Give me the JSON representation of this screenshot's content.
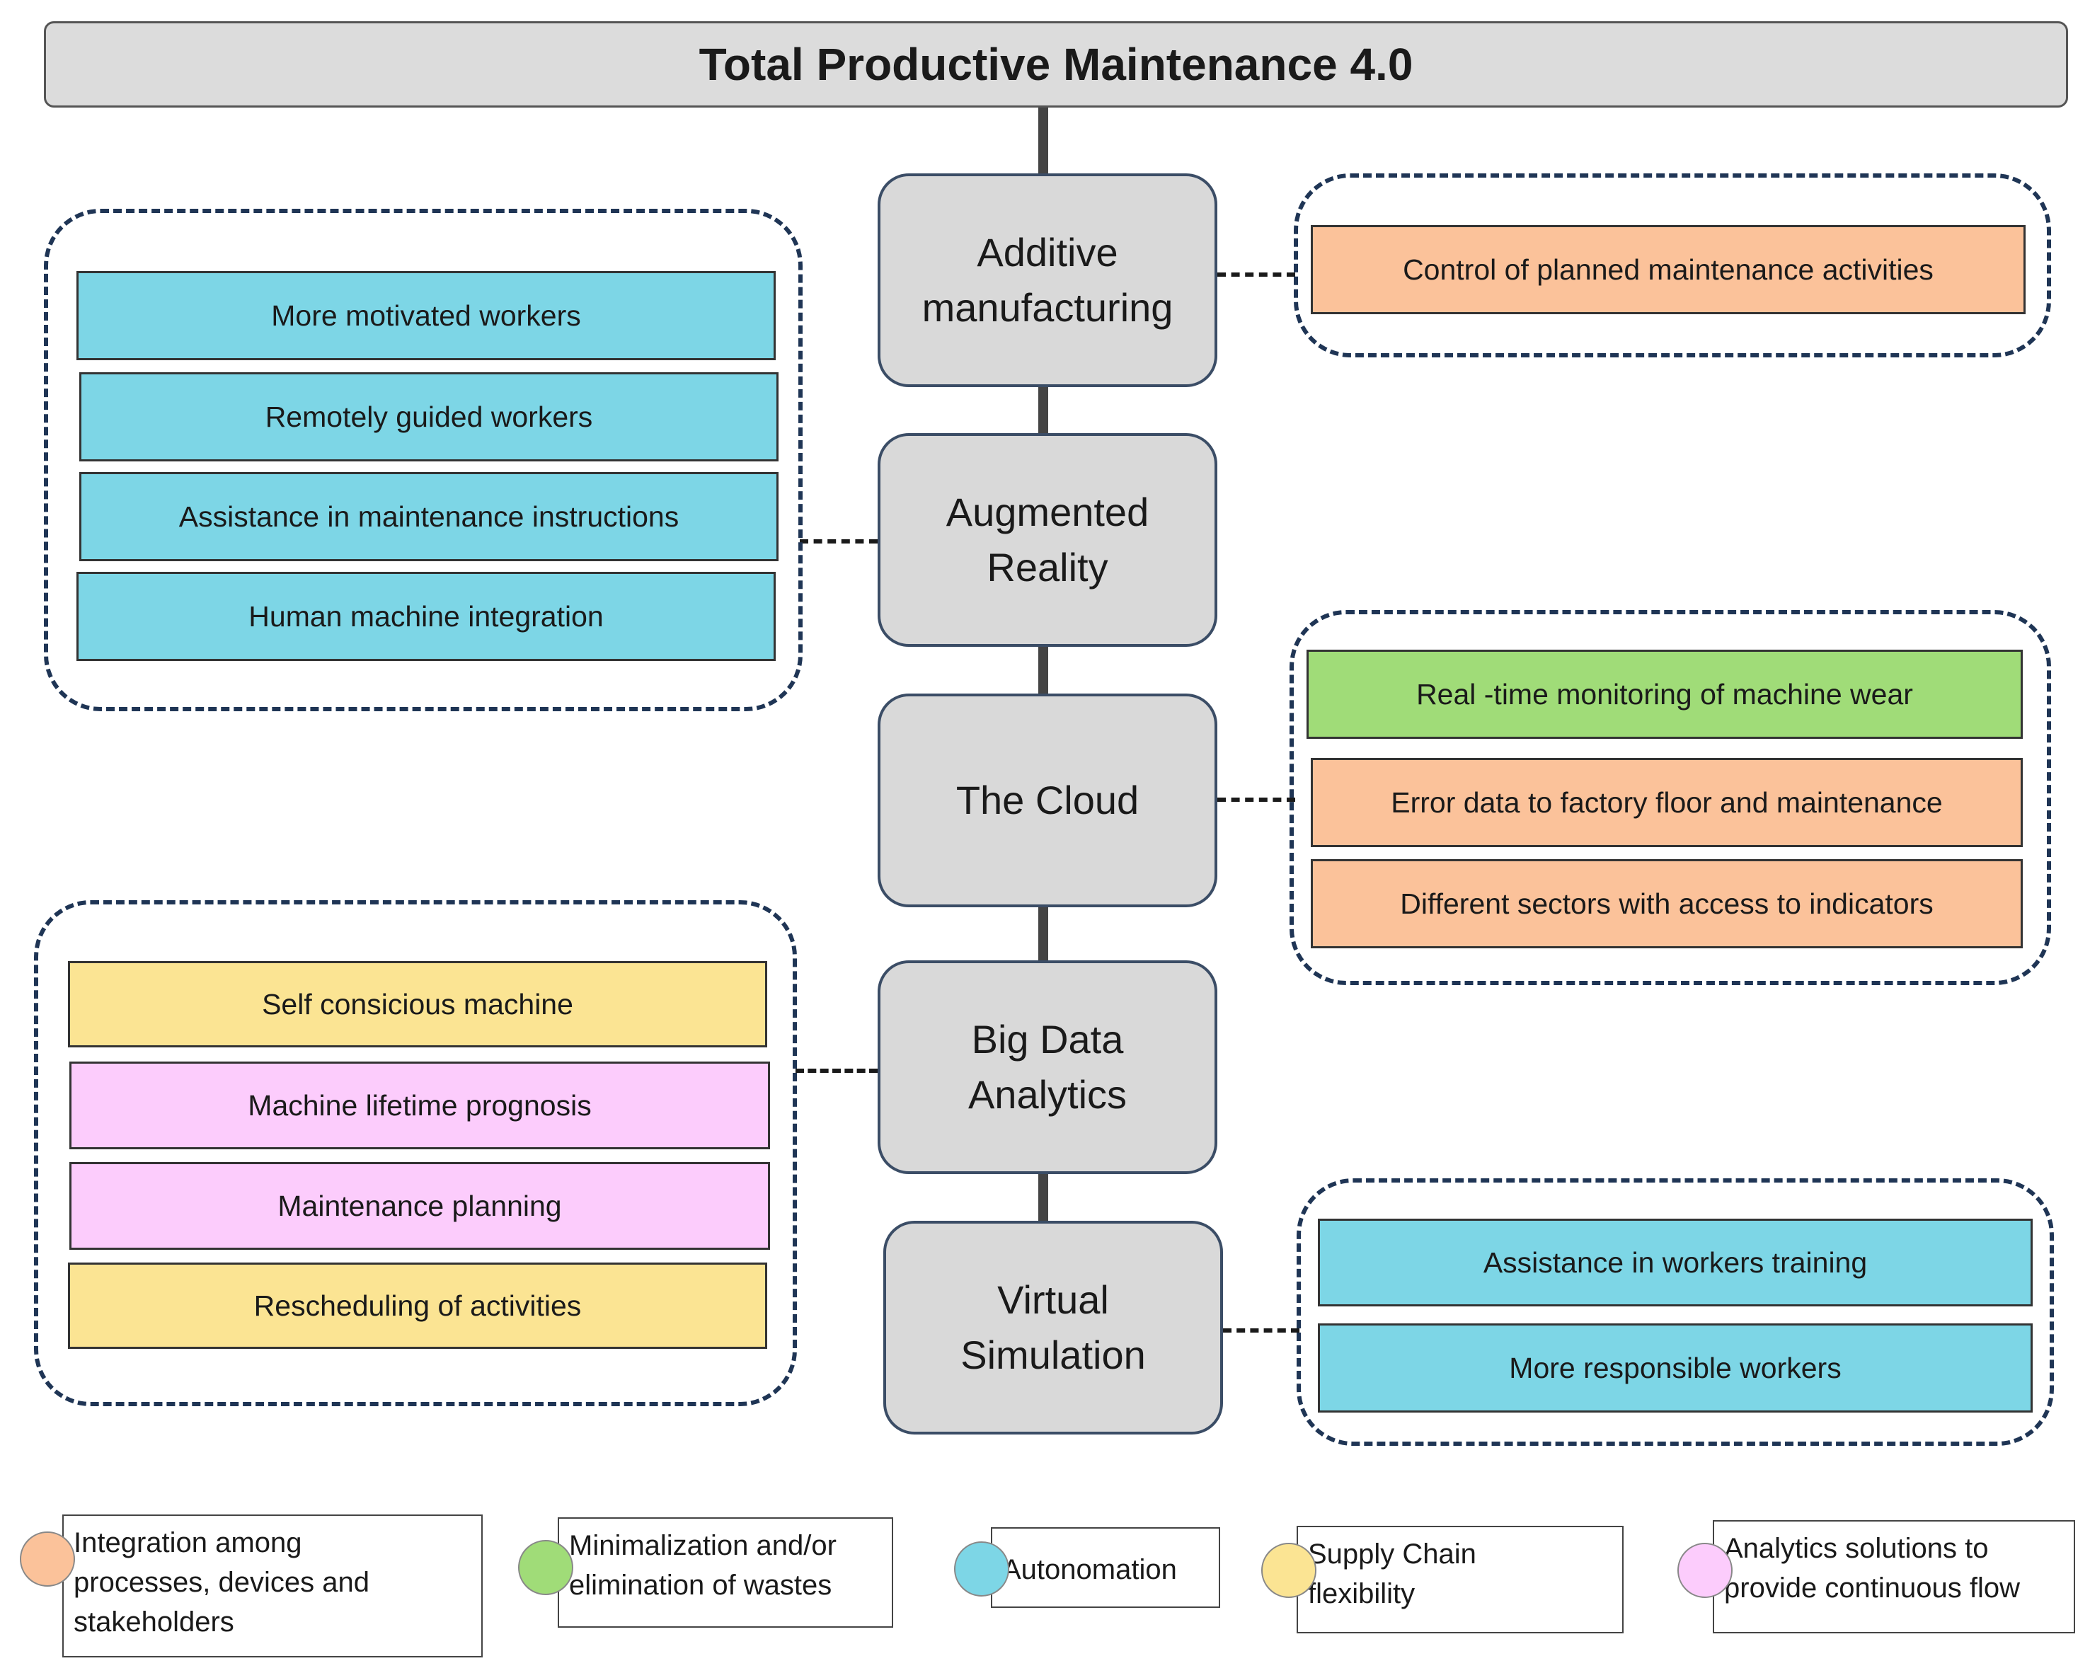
{
  "title": "Total Productive Maintenance 4.0",
  "technologies": {
    "additive": "Additive\nmanufacturing",
    "ar": "Augmented\nReality",
    "cloud": "The Cloud",
    "bigdata": "Big Data\nAnalytics",
    "virtual": "Virtual\nSimulation"
  },
  "groups": {
    "additive": [
      {
        "label": "Control of planned maintenance activities",
        "color": "#fbc29a"
      }
    ],
    "ar": [
      {
        "label": "More motivated workers",
        "color": "#7dd6e6"
      },
      {
        "label": "Remotely guided workers",
        "color": "#7dd6e6"
      },
      {
        "label": "Assistance in maintenance instructions",
        "color": "#7dd6e6"
      },
      {
        "label": "Human machine integration",
        "color": "#7dd6e6"
      }
    ],
    "cloud": [
      {
        "label": "Real -time monitoring of machine wear",
        "color": "#a0dc78"
      },
      {
        "label": "Error data to factory floor and maintenance",
        "color": "#fbc29a"
      },
      {
        "label": "Different sectors with access to indicators",
        "color": "#fbc29a"
      }
    ],
    "bigdata": [
      {
        "label": "Self consicious machine",
        "color": "#fbe493"
      },
      {
        "label": "Machine lifetime prognosis",
        "color": "#fcccfc"
      },
      {
        "label": "Maintenance planning",
        "color": "#fcccfc"
      },
      {
        "label": "Rescheduling of activities",
        "color": "#fbe493"
      }
    ],
    "virtual": [
      {
        "label": "Assistance in workers training",
        "color": "#7dd6e6"
      },
      {
        "label": "More responsible workers",
        "color": "#7dd6e6"
      }
    ]
  },
  "legend": [
    {
      "label": "Integration among\nprocesses, devices and\nstakeholders",
      "color": "#fbc29a"
    },
    {
      "label": "Minimalization and/or\nelimination of wastes",
      "color": "#a0dc78"
    },
    {
      "label": "Autonomation",
      "color": "#7dd6e6"
    },
    {
      "label": "Supply Chain\nflexibility",
      "color": "#fbe493"
    },
    {
      "label": "Analytics solutions to\nprovide continuous flow",
      "color": "#fcccfc"
    }
  ]
}
